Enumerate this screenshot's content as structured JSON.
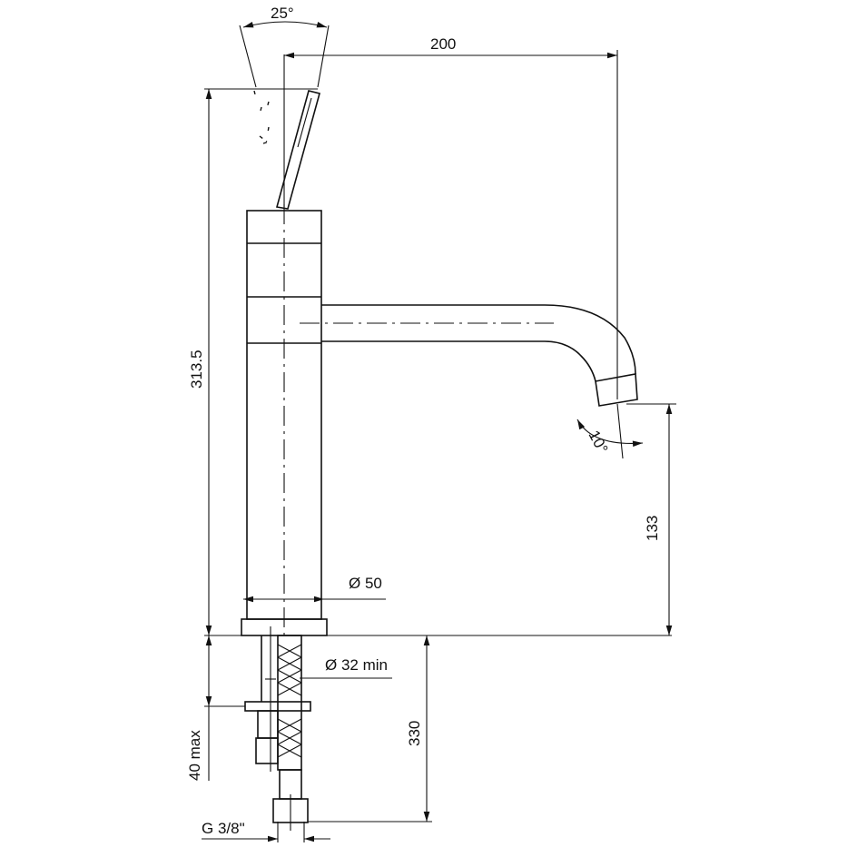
{
  "title": "Single-lever tall basin mixer – dimensional drawing",
  "dimensions": {
    "lever_angle": "25°",
    "spout_reach": "200",
    "total_height": "313.5",
    "spout_outlet_angle": "10°",
    "spout_height": "133",
    "body_diameter": "Ø 50",
    "hole_diameter": "Ø 32 min",
    "deck_thickness": "40 max",
    "hose_length": "330",
    "connection_thread": "G 3/8\""
  },
  "colors": {
    "line": "#111111",
    "background": "#ffffff"
  }
}
